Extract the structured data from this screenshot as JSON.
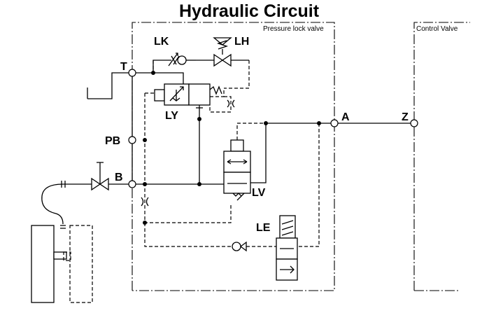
{
  "title": "Hydraulic Circuit",
  "enclosures": {
    "pressure_lock_valve": "Pressure lock valve",
    "control_valve": "Control Valve"
  },
  "ports": {
    "t": "T",
    "pb": "PB",
    "b": "B",
    "a": "A",
    "z": "Z"
  },
  "components": {
    "lk": "LK",
    "lh": "LH",
    "ly": "LY",
    "lv": "LV",
    "le": "LE"
  }
}
